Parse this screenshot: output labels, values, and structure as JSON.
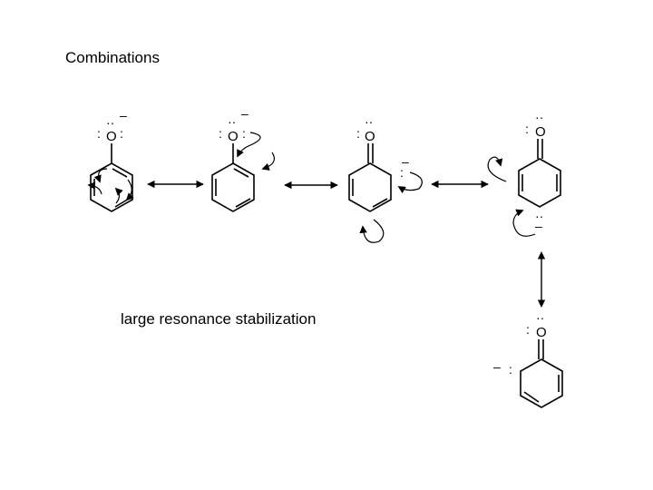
{
  "title": "Combinations",
  "caption": "large resonance stabilization",
  "atoms": {
    "oxygen": "O",
    "charge": "–",
    "lone_pair": ":",
    "lone_pair_top": "··"
  }
}
